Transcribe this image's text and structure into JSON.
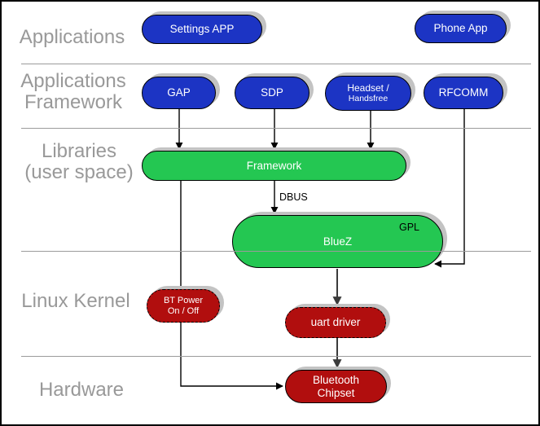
{
  "colors": {
    "blue": "#1c34c4",
    "green": "#24c752",
    "red": "#b10e0e",
    "shadow": "#c3c3c3",
    "divider": "#9b9b9b",
    "label": "#999999",
    "edge": "#000000",
    "edge_dark": "#3b3b3b"
  },
  "layers": {
    "applications": "Applications",
    "app_framework": "Applications\nFramework",
    "libraries": "Libraries\n(user space)",
    "kernel": "Linux Kernel",
    "hardware": "Hardware"
  },
  "nodes": {
    "settings_app": {
      "label": "Settings APP"
    },
    "phone_app": {
      "label": "Phone App"
    },
    "gap": {
      "label": "GAP"
    },
    "sdp": {
      "label": "SDP"
    },
    "headset": {
      "label": "Headset /",
      "sublabel": "Handsfree"
    },
    "rfcomm": {
      "label": "RFCOMM"
    },
    "framework": {
      "label": "Framework"
    },
    "bluez": {
      "label": "BlueZ",
      "badge": "GPL"
    },
    "bt_power": {
      "label": "BT Power\nOn / Off"
    },
    "uart_driver": {
      "label": "uart driver"
    },
    "bluetooth_chipset": {
      "label": "Bluetooth\nChipset"
    }
  },
  "edges": {
    "dbus_label": "DBUS"
  }
}
